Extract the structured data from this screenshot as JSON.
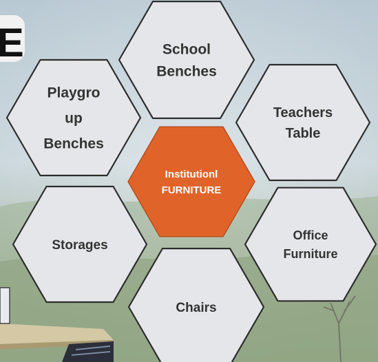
{
  "partial_heading": "E",
  "center": {
    "lines": [
      "Institutionl",
      "FURNITURE"
    ],
    "fill": "#e0642a",
    "text_color": "#ffffff"
  },
  "hexagons": [
    {
      "id": "school-benches",
      "lines": [
        "School",
        "Benches"
      ]
    },
    {
      "id": "teachers-table",
      "lines": [
        "Teachers",
        "Table"
      ]
    },
    {
      "id": "office-furniture",
      "lines": [
        "Office",
        "Furniture"
      ]
    },
    {
      "id": "chairs",
      "lines": [
        "Chairs"
      ]
    },
    {
      "id": "storages",
      "lines": [
        "Storages"
      ]
    },
    {
      "id": "playground-benches",
      "lines": [
        "Playgro",
        "up",
        "Benches"
      ]
    }
  ],
  "colors": {
    "hex_fill": "#e4e6e9",
    "hex_stroke": "#2c2c2c",
    "text": "#333333",
    "accent": "#e0642a"
  }
}
